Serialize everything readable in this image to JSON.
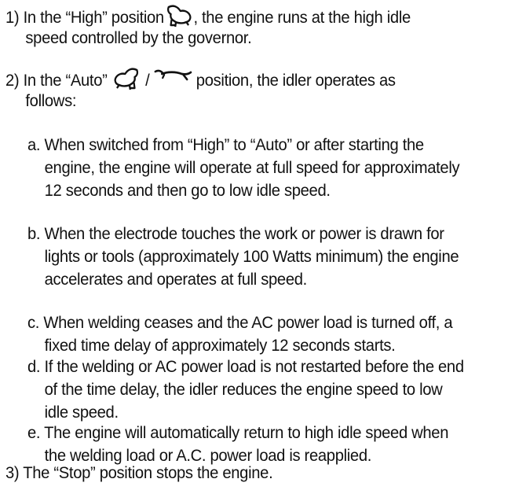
{
  "items": [
    {
      "id": "1",
      "line1_pre": "1) In the “High” position",
      "line1_post": ", the engine runs at the high idle",
      "line2": "speed controlled by the governor.",
      "icon": "rabbit-icon"
    },
    {
      "id": "2",
      "line1_pre": "2) In the “Auto”",
      "line1_mid": " / ",
      "line1_post": " position, the idler operates as",
      "line2": "follows:",
      "icons": [
        "rabbit-icon",
        "turtle-icon"
      ]
    },
    {
      "id": "a",
      "lines": [
        "a. When switched from “High” to “Auto” or after starting the",
        "engine, the engine will operate at full speed for approximately",
        "12 seconds and then go to low idle speed."
      ]
    },
    {
      "id": "b",
      "lines": [
        "b. When the electrode touches the work or power is drawn for",
        "lights or tools (approximately 100 Watts minimum) the engine",
        "accelerates and operates at full speed."
      ]
    },
    {
      "id": "c",
      "lines": [
        "c. When welding ceases and the AC power load is turned off, a",
        "fixed time delay of approximately 12 seconds starts."
      ]
    },
    {
      "id": "d",
      "lines": [
        "d. If the welding or AC power load is not restarted before the end",
        "of the time delay, the idler reduces the engine speed to low",
        "idle speed."
      ]
    },
    {
      "id": "e",
      "lines": [
        "e. The engine will automatically return to high idle speed when",
        "the welding load or A.C. power load is reapplied."
      ]
    },
    {
      "id": "3",
      "lines": [
        "3) The “Stop” position stops the engine."
      ]
    }
  ]
}
